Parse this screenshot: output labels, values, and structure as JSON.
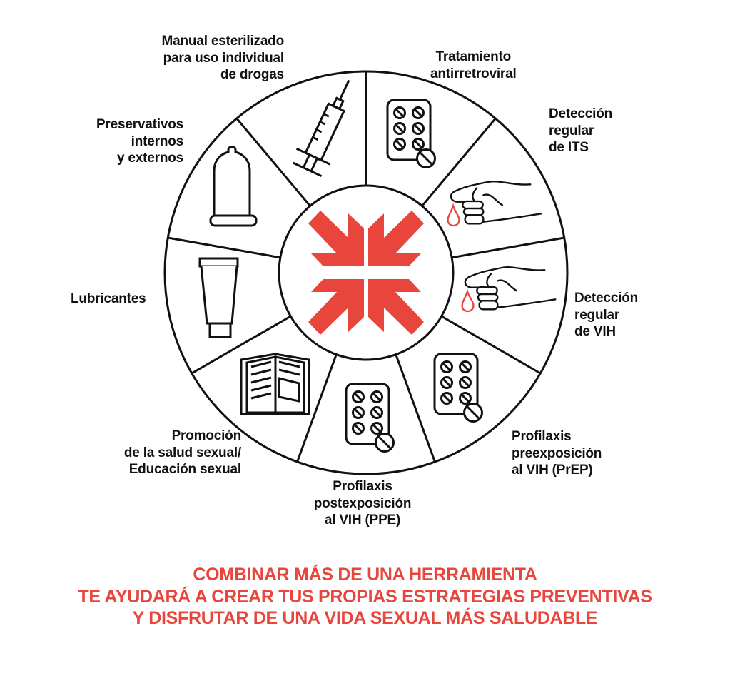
{
  "colors": {
    "accent": "#e8453c",
    "line": "#111111"
  },
  "segments": [
    {
      "id": "syringe",
      "icon": "syringe-icon",
      "lines": [
        "Manual esterilizado",
        "para uso individual",
        "de drogas"
      ]
    },
    {
      "id": "art",
      "icon": "pill-pack-icon",
      "lines": [
        "Tratamiento",
        "antirretroviral"
      ]
    },
    {
      "id": "its",
      "icon": "finger-prick-icon",
      "lines": [
        "Detección",
        "regular",
        "de ITS"
      ]
    },
    {
      "id": "vih",
      "icon": "finger-prick-icon",
      "lines": [
        "Detección",
        "regular",
        "de VIH"
      ]
    },
    {
      "id": "prep",
      "icon": "pill-pack-icon",
      "lines": [
        "Profilaxis",
        "preexposición",
        "al VIH (PrEP)"
      ]
    },
    {
      "id": "ppe",
      "icon": "pill-pack-icon",
      "lines": [
        "Profilaxis",
        "postexposición",
        "al VIH (PPE)"
      ]
    },
    {
      "id": "promo",
      "icon": "book-icon",
      "lines": [
        "Promoción",
        "de la salud sexual/",
        "Educación sexual"
      ]
    },
    {
      "id": "lub",
      "icon": "lubricant-tube-icon",
      "lines": [
        "Lubricantes"
      ]
    },
    {
      "id": "condom",
      "icon": "condom-icon",
      "lines": [
        "Preservativos",
        "internos",
        "y externos"
      ]
    }
  ],
  "footer": {
    "lines": [
      "COMBINAR MÁS DE UNA HERRAMIENTA",
      "TE AYUDARÁ A CREAR TUS PROPIAS ESTRATEGIAS PREVENTIVAS",
      "Y DISFRUTAR DE UNA VIDA SEXUAL MÁS SALUDABLE"
    ]
  }
}
